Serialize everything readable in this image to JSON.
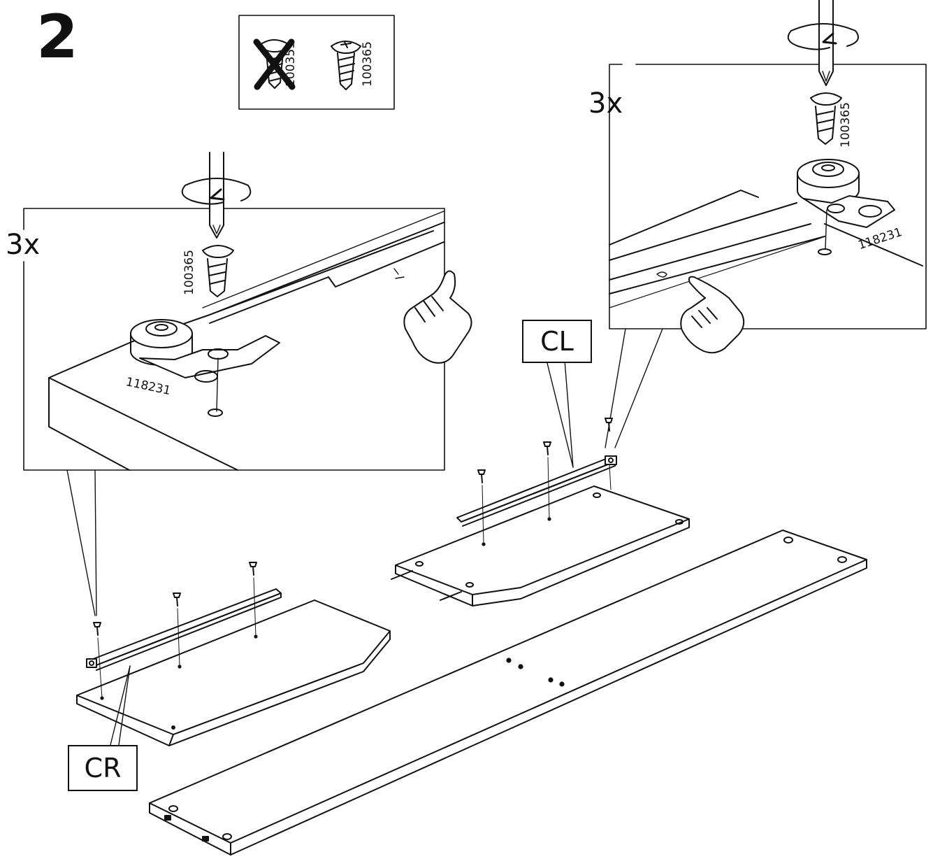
{
  "step": {
    "number": "2"
  },
  "legend": {
    "not_used_code": "100359",
    "used_code": "100365"
  },
  "detail_left": {
    "quantity": "3x",
    "screw_code": "100365",
    "fitting_code": "118231"
  },
  "detail_right": {
    "quantity": "3x",
    "screw_code": "100365",
    "fitting_code": "118231"
  },
  "labels": {
    "left_rail": "CL",
    "right_rail": "CR"
  }
}
